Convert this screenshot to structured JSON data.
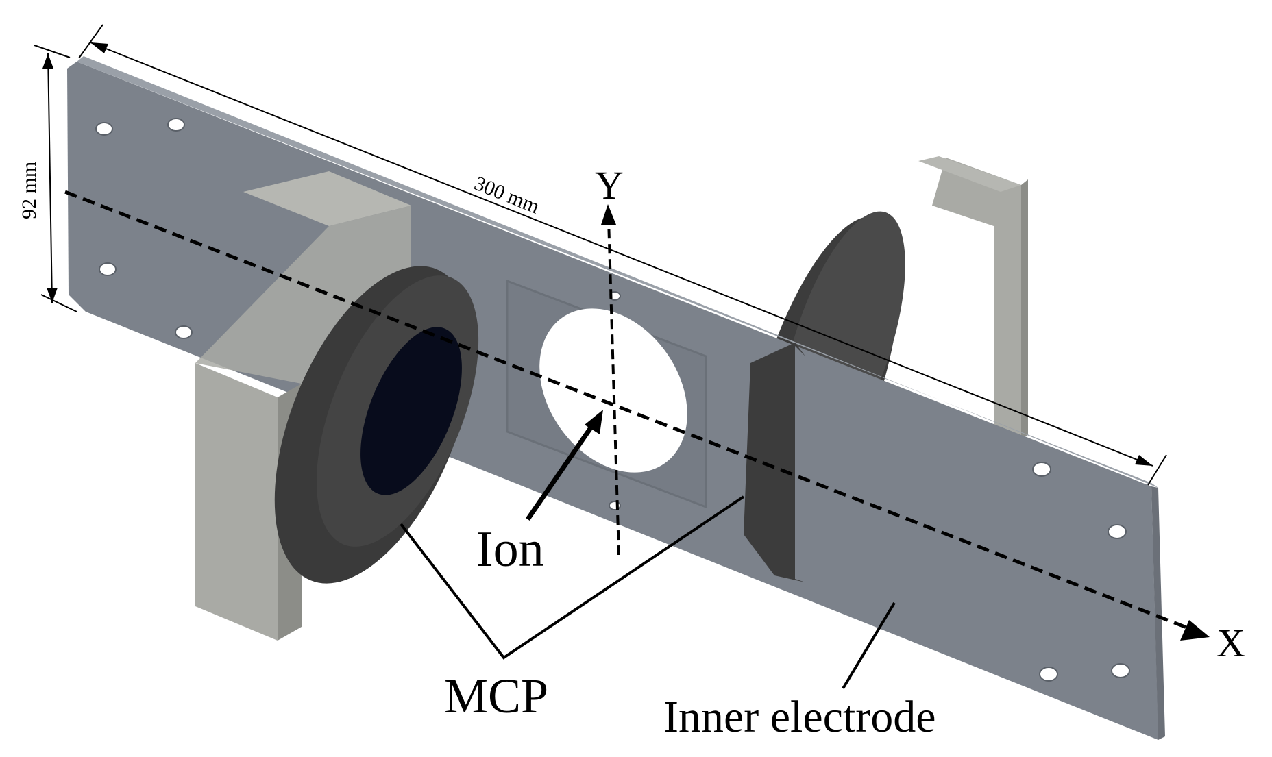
{
  "figure": {
    "dimensions": {
      "height_label": "92 mm",
      "length_label": "300 mm"
    },
    "axes": {
      "x_label": "X",
      "y_label": "Y"
    },
    "annotations": {
      "ion": "Ion",
      "mcp": "MCP",
      "inner_electrode": "Inner electrode"
    },
    "colors": {
      "plate": "#7c828b",
      "plate_edge": "#9aa0a8",
      "support": "#a9aaa5",
      "support_dark": "#8c8d88",
      "mcp_body": "#3c3c3c",
      "mcp_hole": "#080c1c",
      "aperture": "#ffffff"
    }
  }
}
